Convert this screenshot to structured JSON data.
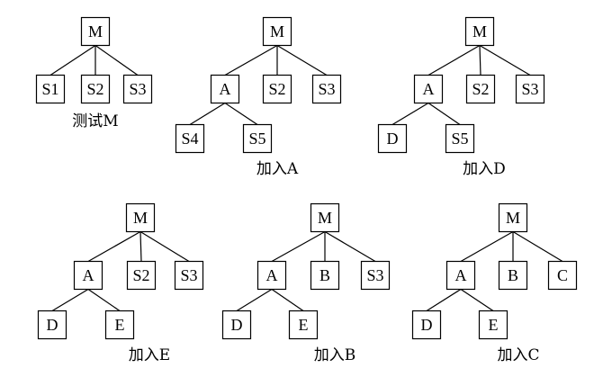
{
  "colors": {
    "background": "#ffffff",
    "stroke": "#000000",
    "text": "#000000"
  },
  "diagrams": [
    {
      "caption": "测试M",
      "nodes": [
        "M",
        "S1",
        "S2",
        "S3"
      ]
    },
    {
      "caption": "加入A",
      "nodes": [
        "M",
        "A",
        "S2",
        "S3",
        "S4",
        "S5"
      ]
    },
    {
      "caption": "加入D",
      "nodes": [
        "M",
        "A",
        "S2",
        "S3",
        "D",
        "S5"
      ]
    },
    {
      "caption": "加入E",
      "nodes": [
        "M",
        "A",
        "S2",
        "S3",
        "D",
        "E"
      ]
    },
    {
      "caption": "加入B",
      "nodes": [
        "M",
        "A",
        "B",
        "S3",
        "D",
        "E"
      ]
    },
    {
      "caption": "加入C",
      "nodes": [
        "M",
        "A",
        "B",
        "C",
        "D",
        "E"
      ]
    }
  ]
}
